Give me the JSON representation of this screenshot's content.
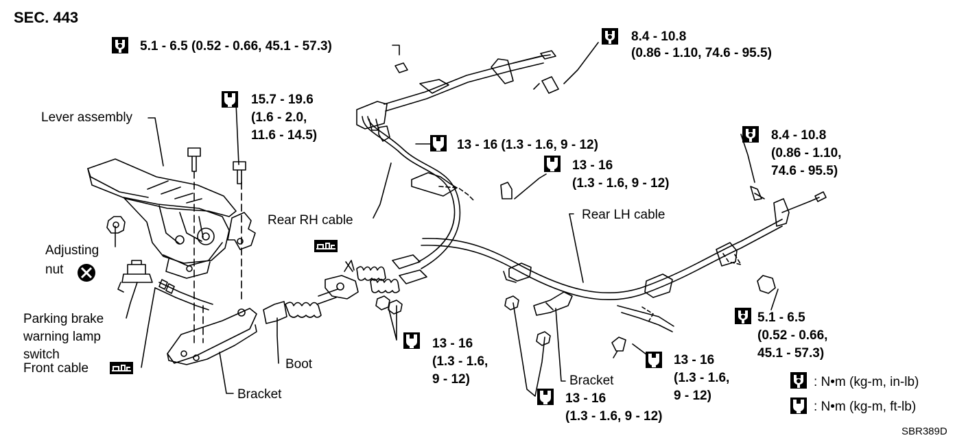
{
  "section": "SEC. 443",
  "figure_id": "SBR389D",
  "labels": {
    "lever_assembly": "Lever assembly",
    "adjusting_nut_1": "Adjusting",
    "adjusting_nut_2": "nut",
    "parking_brake_1": "Parking brake",
    "parking_brake_2": "warning lamp",
    "parking_brake_3": "switch",
    "front_cable": "Front cable",
    "bracket_left": "Bracket",
    "boot": "Boot",
    "rear_rh_cable": "Rear RH cable",
    "rear_lh_cable": "Rear LH cable",
    "bracket_mid": "Bracket"
  },
  "torques": {
    "t_top_left": "5.1 - 6.5 (0.52 - 0.66, 45.1 - 57.3)",
    "t_top_right_1": "8.4 - 10.8",
    "t_top_right_2": "(0.86 - 1.10, 74.6 - 95.5)",
    "t_lever_1": "15.7 - 19.6",
    "t_lever_2": "(1.6 - 2.0,",
    "t_lever_3": "11.6 - 14.5)",
    "t_rh_bracket": "13 - 16 (1.3 - 1.6, 9 - 12)",
    "t_rh_mid_1": "13 - 16",
    "t_rh_mid_2": "(1.3 - 1.6, 9 - 12)",
    "t_right_1": "8.4 - 10.8",
    "t_right_2": "(0.86 - 1.10,",
    "t_right_3": "74.6 - 95.5)",
    "t_right_low_1": "5.1 - 6.5",
    "t_right_low_2": "(0.52 - 0.66,",
    "t_right_low_3": "45.1 - 57.3)",
    "t_center_1": "13 - 16",
    "t_center_2": "(1.3 - 1.6,",
    "t_center_3": "9 - 12)",
    "t_bottom_1": "13 - 16",
    "t_bottom_2": "(1.3 - 1.6, 9 - 12)",
    "t_lh_1": "13 - 16",
    "t_lh_2": "(1.3 - 1.6,",
    "t_lh_3": "9 - 12)"
  },
  "legend": {
    "nm_kgm_inlb": ": N•m (kg-m, in-lb)",
    "nm_kgm_ftlb": ": N•m (kg-m, ft-lb)"
  }
}
